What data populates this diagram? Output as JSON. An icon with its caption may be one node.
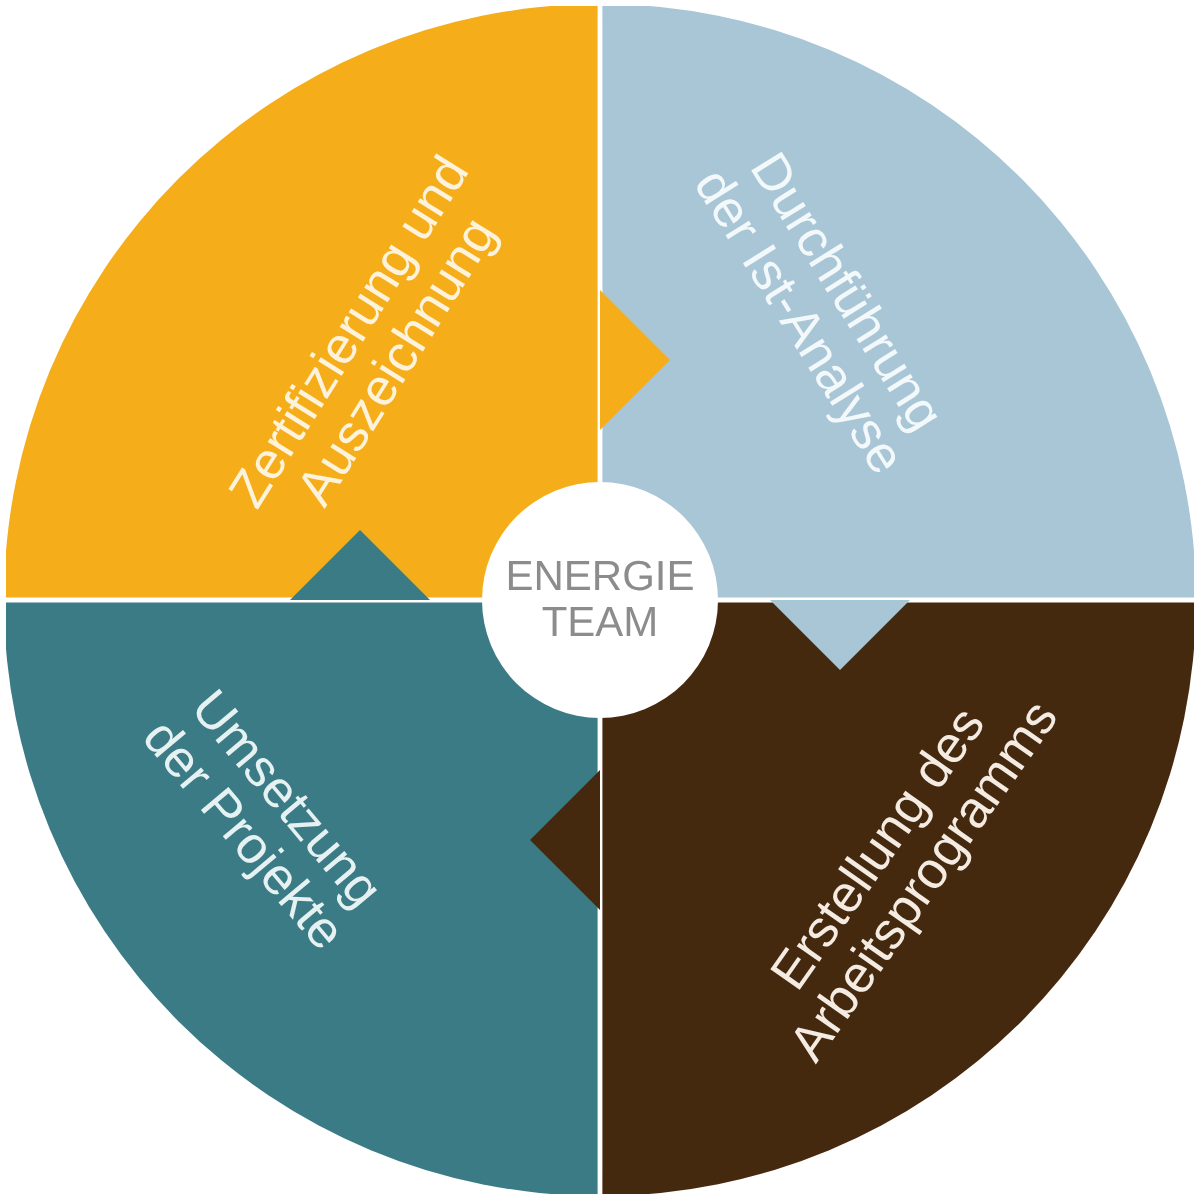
{
  "diagram": {
    "nodes": [
      {
        "text": [
          "ENERGIE TEAM"
        ]
      },
      {
        "text": [
          "Zertifizierung und Auszeichnung"
        ]
      },
      {
        "text": [
          "Durchführung der Ist-Analyse"
        ]
      },
      {
        "text": [
          "Umsetzung der Projekte"
        ]
      },
      {
        "text": [
          "Erstellung des Arbeitsprogramms"
        ]
      }
    ],
    "edges": [
      {
        "from": 1,
        "to": 2,
        "arrow": "to"
      },
      {
        "from": 2,
        "to": 4,
        "arrow": "to"
      },
      {
        "from": 4,
        "to": 3,
        "arrow": "to"
      },
      {
        "from": 3,
        "to": 1,
        "arrow": "to"
      }
    ]
  }
}
